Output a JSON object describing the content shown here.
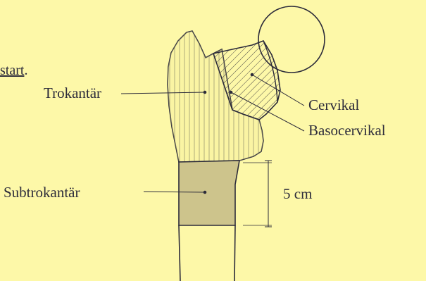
{
  "fragment_text": "start",
  "fragment_punct": ".",
  "labels": {
    "trokantar": "Trokantär",
    "cervikal": "Cervikal",
    "basocervikal": "Basocervikal",
    "subtrokantar": "Subtrokantär",
    "measure": "5 cm"
  },
  "colors": {
    "background": "#fdf8a8",
    "outline": "#2c2b3a",
    "head_fill": "#fdf8a8",
    "subtro_fill": "#cdc48c"
  }
}
